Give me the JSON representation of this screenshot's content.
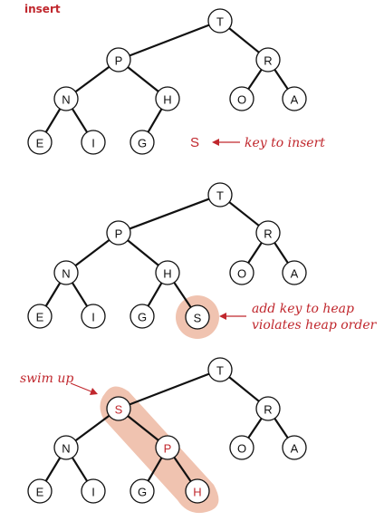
{
  "panels": [
    {
      "title": "insert",
      "nodes": [
        {
          "id": "T",
          "label": "T",
          "color": "#111111"
        },
        {
          "id": "P",
          "label": "P",
          "color": "#111111"
        },
        {
          "id": "R",
          "label": "R",
          "color": "#111111"
        },
        {
          "id": "N",
          "label": "N",
          "color": "#111111"
        },
        {
          "id": "H",
          "label": "H",
          "color": "#111111"
        },
        {
          "id": "O",
          "label": "O",
          "color": "#111111"
        },
        {
          "id": "A",
          "label": "A",
          "color": "#111111"
        },
        {
          "id": "E",
          "label": "E",
          "color": "#111111"
        },
        {
          "id": "I",
          "label": "I",
          "color": "#111111"
        },
        {
          "id": "G",
          "label": "G",
          "color": "#111111"
        }
      ],
      "edges": [
        [
          "T",
          "P"
        ],
        [
          "T",
          "R"
        ],
        [
          "P",
          "N"
        ],
        [
          "P",
          "H"
        ],
        [
          "R",
          "O"
        ],
        [
          "R",
          "A"
        ],
        [
          "N",
          "E"
        ],
        [
          "N",
          "I"
        ],
        [
          "H",
          "G"
        ]
      ],
      "key": "S",
      "annotation": "key to insert"
    },
    {
      "title": "",
      "nodes": [
        {
          "id": "T",
          "label": "T",
          "color": "#111111"
        },
        {
          "id": "P",
          "label": "P",
          "color": "#111111"
        },
        {
          "id": "R",
          "label": "R",
          "color": "#111111"
        },
        {
          "id": "N",
          "label": "N",
          "color": "#111111"
        },
        {
          "id": "H",
          "label": "H",
          "color": "#111111"
        },
        {
          "id": "O",
          "label": "O",
          "color": "#111111"
        },
        {
          "id": "A",
          "label": "A",
          "color": "#111111"
        },
        {
          "id": "E",
          "label": "E",
          "color": "#111111"
        },
        {
          "id": "I",
          "label": "I",
          "color": "#111111"
        },
        {
          "id": "G",
          "label": "G",
          "color": "#111111"
        },
        {
          "id": "S",
          "label": "S",
          "color": "#111111"
        }
      ],
      "edges": [
        [
          "T",
          "P"
        ],
        [
          "T",
          "R"
        ],
        [
          "P",
          "N"
        ],
        [
          "P",
          "H"
        ],
        [
          "R",
          "O"
        ],
        [
          "R",
          "A"
        ],
        [
          "N",
          "E"
        ],
        [
          "N",
          "I"
        ],
        [
          "H",
          "G"
        ],
        [
          "H",
          "S"
        ]
      ],
      "annotation_lines": [
        "add key to heap",
        "violates heap order"
      ]
    },
    {
      "title": "",
      "nodes": [
        {
          "id": "T",
          "label": "T",
          "color": "#111111"
        },
        {
          "id": "S",
          "label": "S",
          "color": "#c0272d"
        },
        {
          "id": "R",
          "label": "R",
          "color": "#111111"
        },
        {
          "id": "N",
          "label": "N",
          "color": "#111111"
        },
        {
          "id": "P",
          "label": "P",
          "color": "#c0272d"
        },
        {
          "id": "O",
          "label": "O",
          "color": "#111111"
        },
        {
          "id": "A",
          "label": "A",
          "color": "#111111"
        },
        {
          "id": "E",
          "label": "E",
          "color": "#111111"
        },
        {
          "id": "I",
          "label": "I",
          "color": "#111111"
        },
        {
          "id": "G",
          "label": "G",
          "color": "#111111"
        },
        {
          "id": "H",
          "label": "H",
          "color": "#c0272d"
        }
      ],
      "edges": [
        [
          "T",
          "S"
        ],
        [
          "T",
          "R"
        ],
        [
          "S",
          "N"
        ],
        [
          "S",
          "P"
        ],
        [
          "R",
          "O"
        ],
        [
          "R",
          "A"
        ],
        [
          "N",
          "E"
        ],
        [
          "N",
          "I"
        ],
        [
          "P",
          "G"
        ],
        [
          "P",
          "H"
        ]
      ],
      "annotation": "swim up"
    }
  ],
  "colors": {
    "accent": "#c0272d",
    "highlight": "#f0c3b0",
    "ink": "#111111"
  }
}
